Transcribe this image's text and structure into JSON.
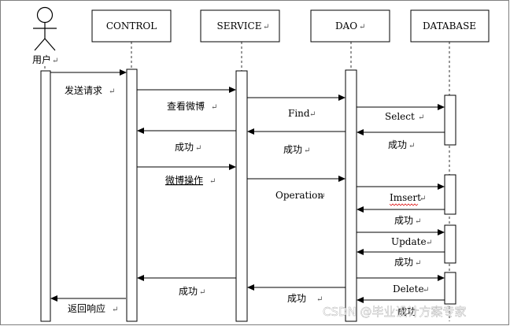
{
  "actor": {
    "label": "用户"
  },
  "objects": [
    "CONTROL",
    "SERVICE",
    "DAO",
    "DATABASE"
  ],
  "messages": [
    {
      "text": "发送请求"
    },
    {
      "text": "查看微博"
    },
    {
      "text": "Find"
    },
    {
      "text": "Select"
    },
    {
      "text": "成功"
    },
    {
      "text": "成功"
    },
    {
      "text": "成功"
    },
    {
      "text": "微博操作"
    },
    {
      "text": "Operation"
    },
    {
      "text": "Imsert"
    },
    {
      "text": "成功"
    },
    {
      "text": "Update"
    },
    {
      "text": "成功"
    },
    {
      "text": "Delete"
    },
    {
      "text": "成功"
    },
    {
      "text": "成功"
    },
    {
      "text": "成功"
    },
    {
      "text": "返回响应"
    }
  ],
  "watermark": "CSDN @毕业设计方案专家"
}
